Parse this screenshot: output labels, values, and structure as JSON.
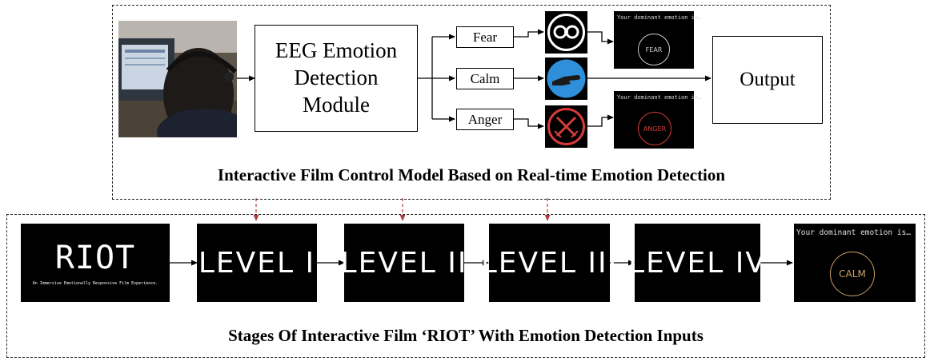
{
  "top": {
    "module_label": "EEG Emotion Detection Module",
    "emotions": [
      "Fear",
      "Calm",
      "Anger"
    ],
    "output_label": "Output",
    "screen_text": "Your dominant emotion is…",
    "fear_result": "FEAR",
    "anger_result": "ANGER",
    "caption": "Interactive Film Control Model Based on Real-time Emotion Detection"
  },
  "bottom": {
    "title_card": {
      "title": "RIOT",
      "subtitle": "An Immersive Emotionally Responsive Film Experience."
    },
    "levels": [
      "LEVEL I",
      "LEVEL II",
      "LEVEL III",
      "LEVEL IV"
    ],
    "final_screen_text": "Your dominant emotion is…",
    "final_result": "CALM",
    "caption": "Stages Of Interactive Film ‘RIOT’ With Emotion Detection Inputs"
  },
  "colors": {
    "fear_ring": "#cfcfcf",
    "anger_red": "#d83a3a",
    "calm_gold": "#c9a264",
    "calm_icon_blue": "#2f8fd8",
    "connector_red": "#b04040"
  },
  "icons": {
    "fear": "handcuffs-icon",
    "calm": "hand-icon",
    "anger": "crossed-swords-icon"
  }
}
